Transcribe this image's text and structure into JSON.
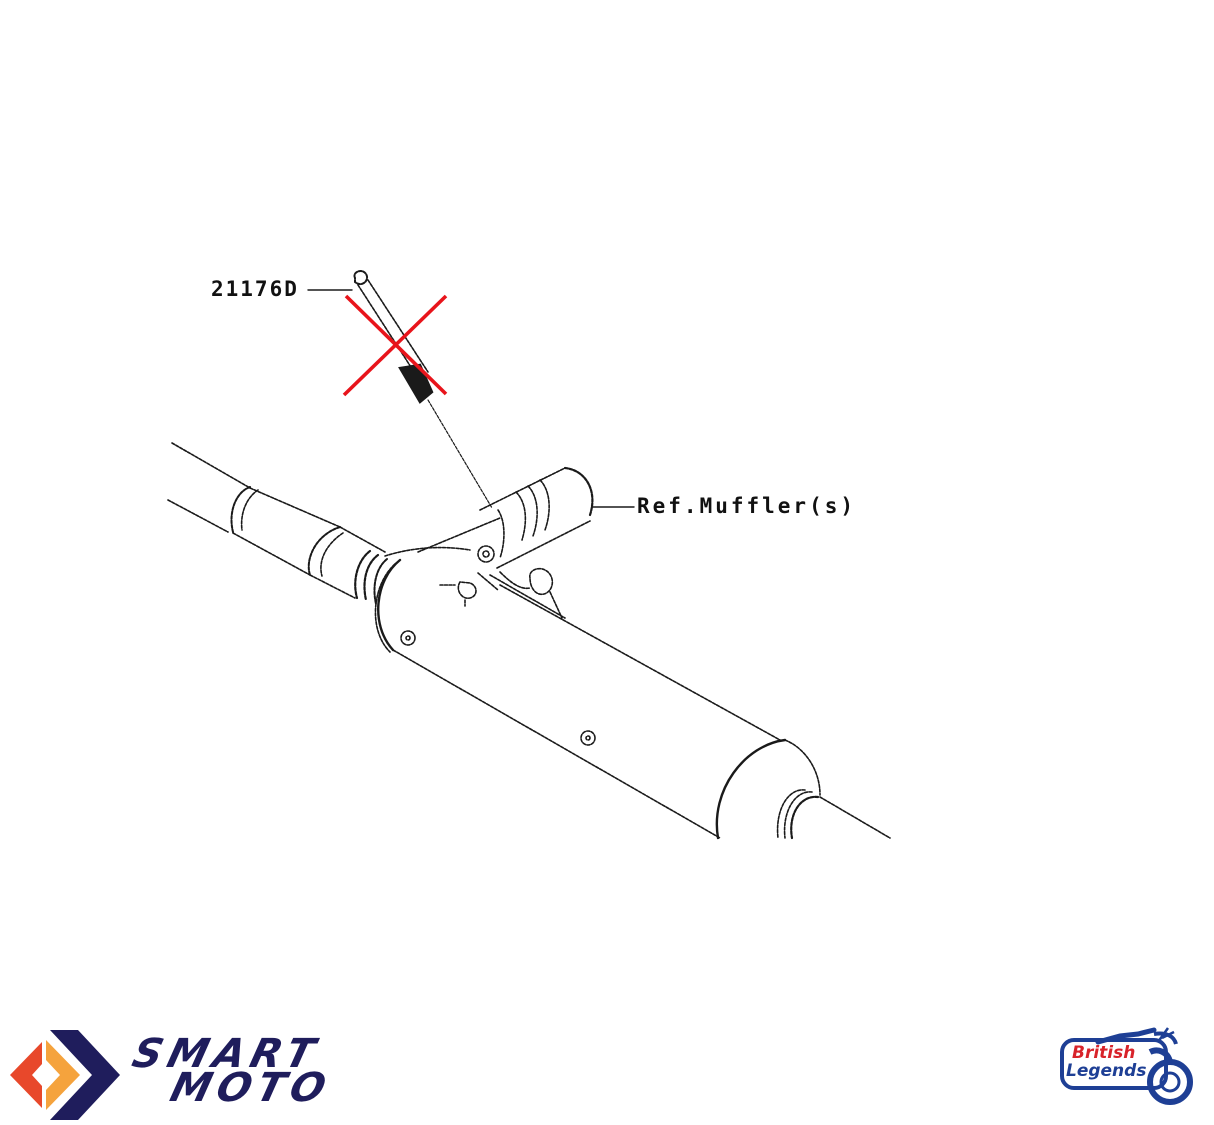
{
  "diagram": {
    "part_label": "21176D",
    "reference_label": "Ref.Muffler(s)",
    "removed_mark": {
      "symbol": "cross-out",
      "color": "#e8141b",
      "target": "21176D"
    },
    "line_color": "#1a1a1a"
  },
  "logos": {
    "left": {
      "line1": "SMART",
      "line2": "MOTO",
      "colors": {
        "text": "#1f1d5c",
        "chevron_navy": "#1f1d5c",
        "chevron_orange": "#f5a33d",
        "chevron_red": "#e8482b"
      }
    },
    "right": {
      "line1": "British",
      "line2": "Legends",
      "colors": {
        "line1": "#d8232a",
        "line2": "#1e3f95",
        "motorcycle": "#1e3f95"
      }
    }
  }
}
